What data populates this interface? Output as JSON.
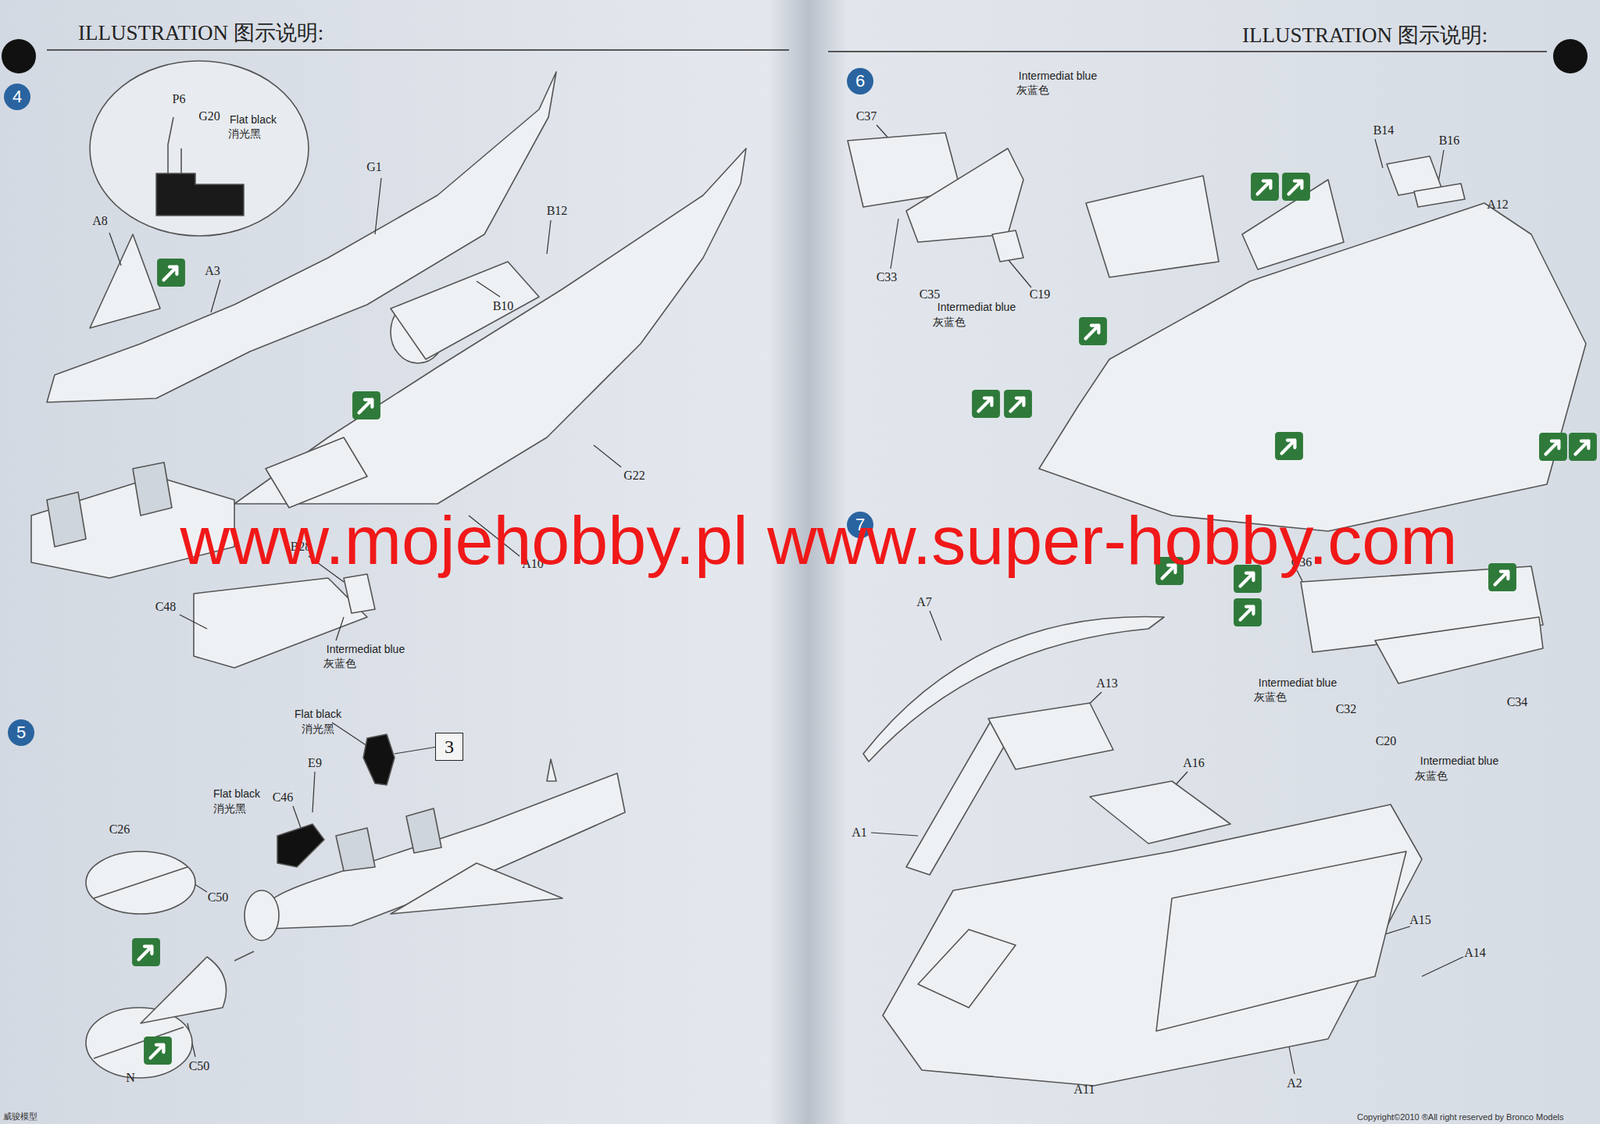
{
  "diagram": {
    "nodes": [
      {
        "text": [
          "4"
        ]
      },
      {
        "text": [
          "5"
        ]
      },
      {
        "text": [
          "3"
        ]
      },
      {
        "text": [
          "6"
        ]
      },
      {
        "text": [
          "7"
        ]
      }
    ],
    "labels": [
      "ILLUSTRATION 图示说明:",
      "ILLUSTRATION 图示说明:",
      "P6",
      "G20",
      "Flat black",
      "消光黑",
      "G1",
      "A8",
      "A3",
      "B12",
      "B10",
      "G22",
      "B28",
      "A10",
      "C48",
      "Intermediat blue",
      "灰蓝色",
      "Flat black",
      "消光黑",
      "E9",
      "Flat black",
      "消光黑",
      "C46",
      "C26",
      "C50",
      "N",
      "C50",
      "Intermediat blue",
      "灰蓝色",
      "C37",
      "B14",
      "B16",
      "A12",
      "C33",
      "C35",
      "C19",
      "Intermediat blue",
      "灰蓝色",
      "C36",
      "A7",
      "A13",
      "Intermediat blue",
      "灰蓝色",
      "C32",
      "C34",
      "C20",
      "A16",
      "Intermediat blue",
      "灰蓝色",
      "A1",
      "A15",
      "A14",
      "A11",
      "A2",
      "www.mojehobby.pl www.super-hobby.com",
      "Copyright©2010 ®All right reserved by Bronco Models",
      "威骏模型"
    ]
  }
}
